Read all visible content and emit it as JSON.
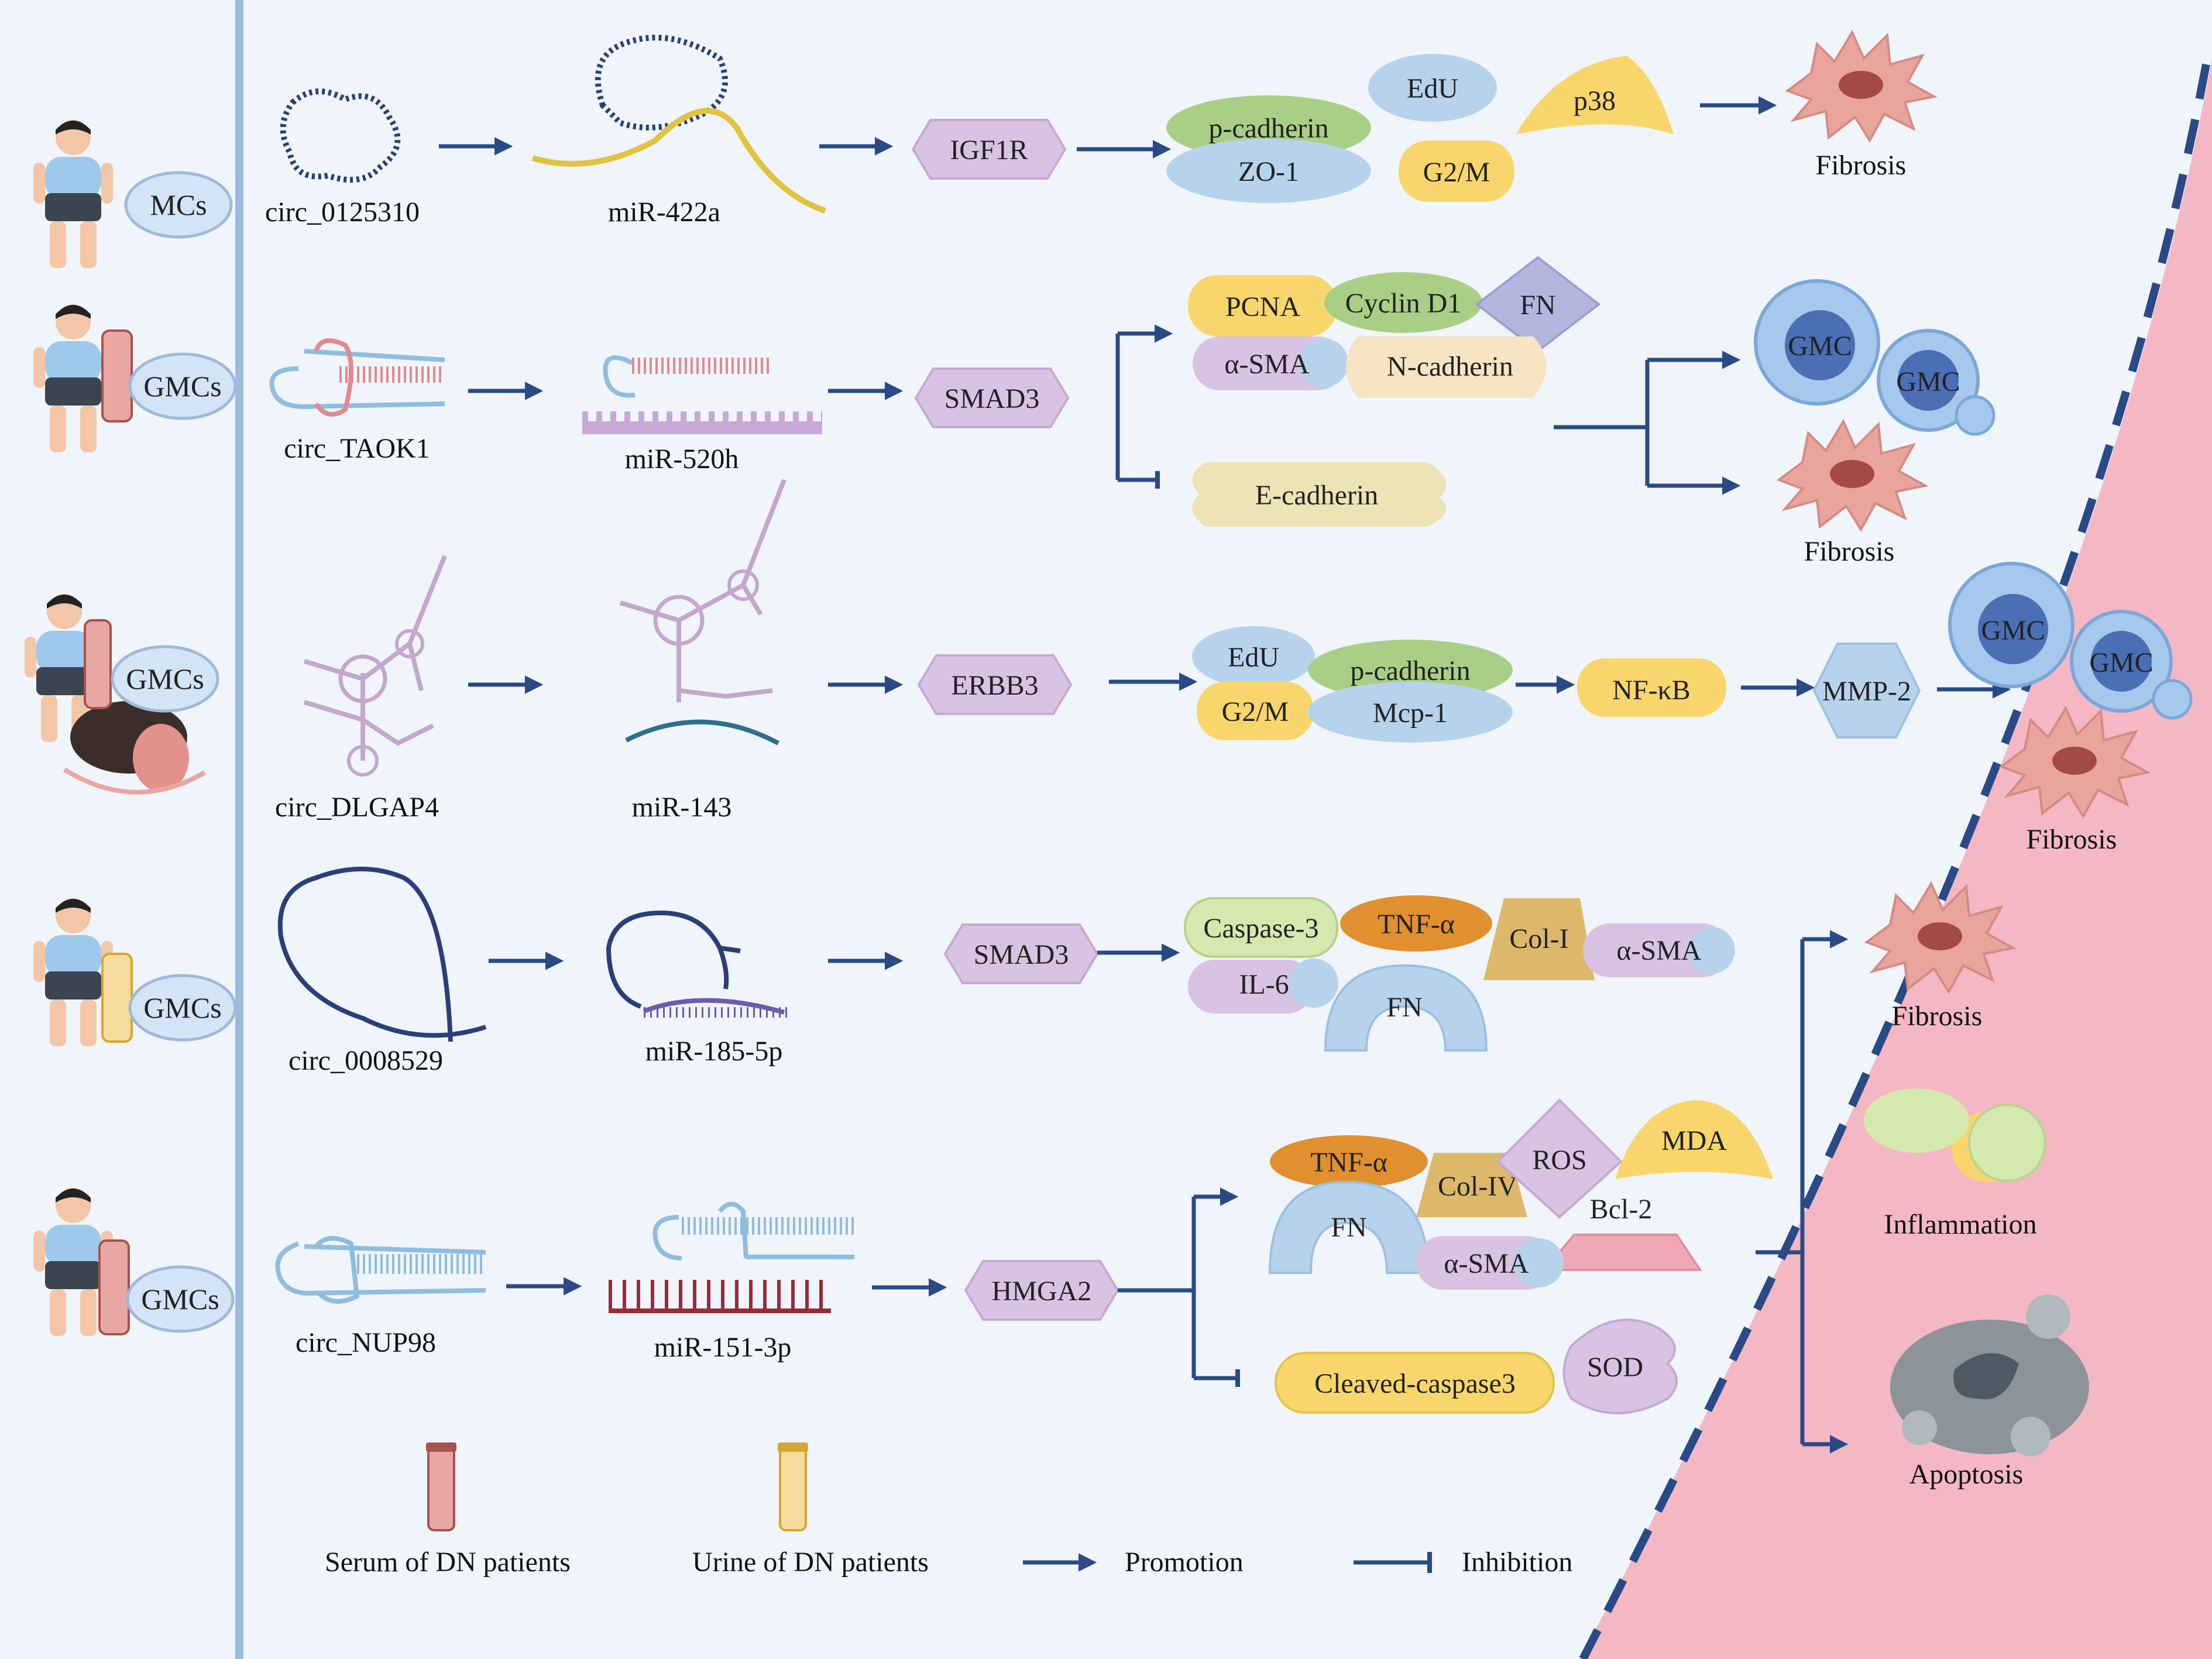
{
  "colors": {
    "background": "#f0f5fb",
    "arrow": "#2a4a86",
    "fibrosis_region": "#f4b8c4",
    "divider": "#9dbbe0",
    "purple_hex": "#d9c3e3",
    "green": "#a9cf86",
    "blue": "#b7d3ec",
    "yellow": "#f9d66b",
    "orange": "#e0902f",
    "tan": "#ddb86a",
    "pink": "#f1a8b6",
    "beige": "#f6e4c2",
    "cream": "#ece4b4",
    "light_green": "#d5e9ae"
  },
  "rows": [
    {
      "cell_badge": "MCs",
      "circ": "circ_0125310",
      "mirna": "miR-422a",
      "target": "IGF1R",
      "effectors": [
        "p-cadherin",
        "ZO-1",
        "EdU",
        "G2/M",
        "p38"
      ],
      "outcomes": [
        "Fibrosis"
      ]
    },
    {
      "cell_badge": "GMCs",
      "circ": "circ_TAOK1",
      "mirna": "miR-520h",
      "target": "SMAD3",
      "effectors": [
        "PCNA",
        "Cyclin D1",
        "FN",
        "α-SMA",
        "N-cadherin"
      ],
      "inhibited": [
        "E-cadherin"
      ],
      "outcomes": [
        "GMC",
        "GMC",
        "Fibrosis"
      ]
    },
    {
      "cell_badge": "GMCs",
      "circ": "circ_DLGAP4",
      "mirna": "miR-143",
      "target": "ERBB3",
      "effectors": [
        "EdU",
        "G2/M",
        "p-cadherin",
        "Mcp-1"
      ],
      "chain": [
        "NF-κB",
        "MMP-2"
      ],
      "outcomes": [
        "GMC",
        "GMC",
        "Fibrosis"
      ]
    },
    {
      "cell_badge": "GMCs",
      "circ": "circ_0008529",
      "mirna": "miR-185-5p",
      "target": "SMAD3",
      "effectors": [
        "Caspase-3",
        "TNF-α",
        "Col-I",
        "α-SMA",
        "IL-6",
        "FN"
      ]
    },
    {
      "cell_badge": "GMCs",
      "circ": "circ_NUP98",
      "mirna": "miR-151-3p",
      "target": "HMGA2",
      "effectors": [
        "TNF-α",
        "Col-IV",
        "ROS",
        "MDA",
        "FN",
        "Bcl-2",
        "α-SMA"
      ],
      "inhibited": [
        "Cleaved-caspase3",
        "SOD"
      ]
    }
  ],
  "shared_outcomes": [
    "Fibrosis",
    "Inflammation",
    "Apoptosis"
  ],
  "legend": {
    "serum": "Serum of DN patients",
    "urine": "Urine of DN patients",
    "promotion": "Promotion",
    "inhibition": "Inhibition"
  }
}
